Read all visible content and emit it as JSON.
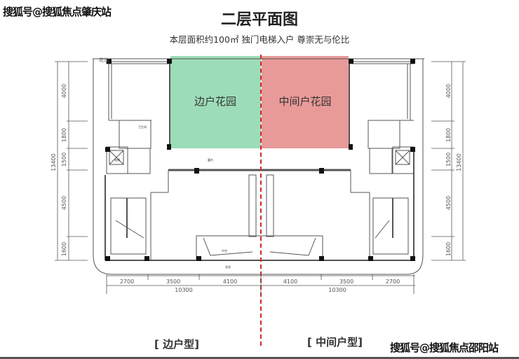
{
  "watermark_top": "搜狐号@搜狐焦点肇庆站",
  "watermark_bottom": "搜狐号@搜狐焦点邵阳站",
  "title": "二层平面图",
  "subtitle": "本层面积约100㎡   独门电梯入户  尊崇无与伦比",
  "gardens": {
    "left": {
      "label": "边户花园",
      "color": "#9cdcb8"
    },
    "right": {
      "label": "中间户花园",
      "color": "#e89a98"
    }
  },
  "divider_color": "#cc2a2a",
  "room_labels": {
    "flower_bed": "花池",
    "bathroom": "卫生间",
    "elevator": "电梯",
    "terrace": "露台",
    "void": "中空",
    "planter": "花池"
  },
  "dimensions": {
    "vertical": [
      "4000",
      "1800",
      "1500",
      "4500",
      "1600"
    ],
    "vertical_total": "13400",
    "horizontal_left": [
      "2700",
      "3500",
      "4100"
    ],
    "horizontal_right": [
      "4100",
      "3500",
      "2700"
    ],
    "horizontal_total": "10300"
  },
  "captions": {
    "left": "[ 边户型]",
    "right": "[ 中间户型]"
  }
}
